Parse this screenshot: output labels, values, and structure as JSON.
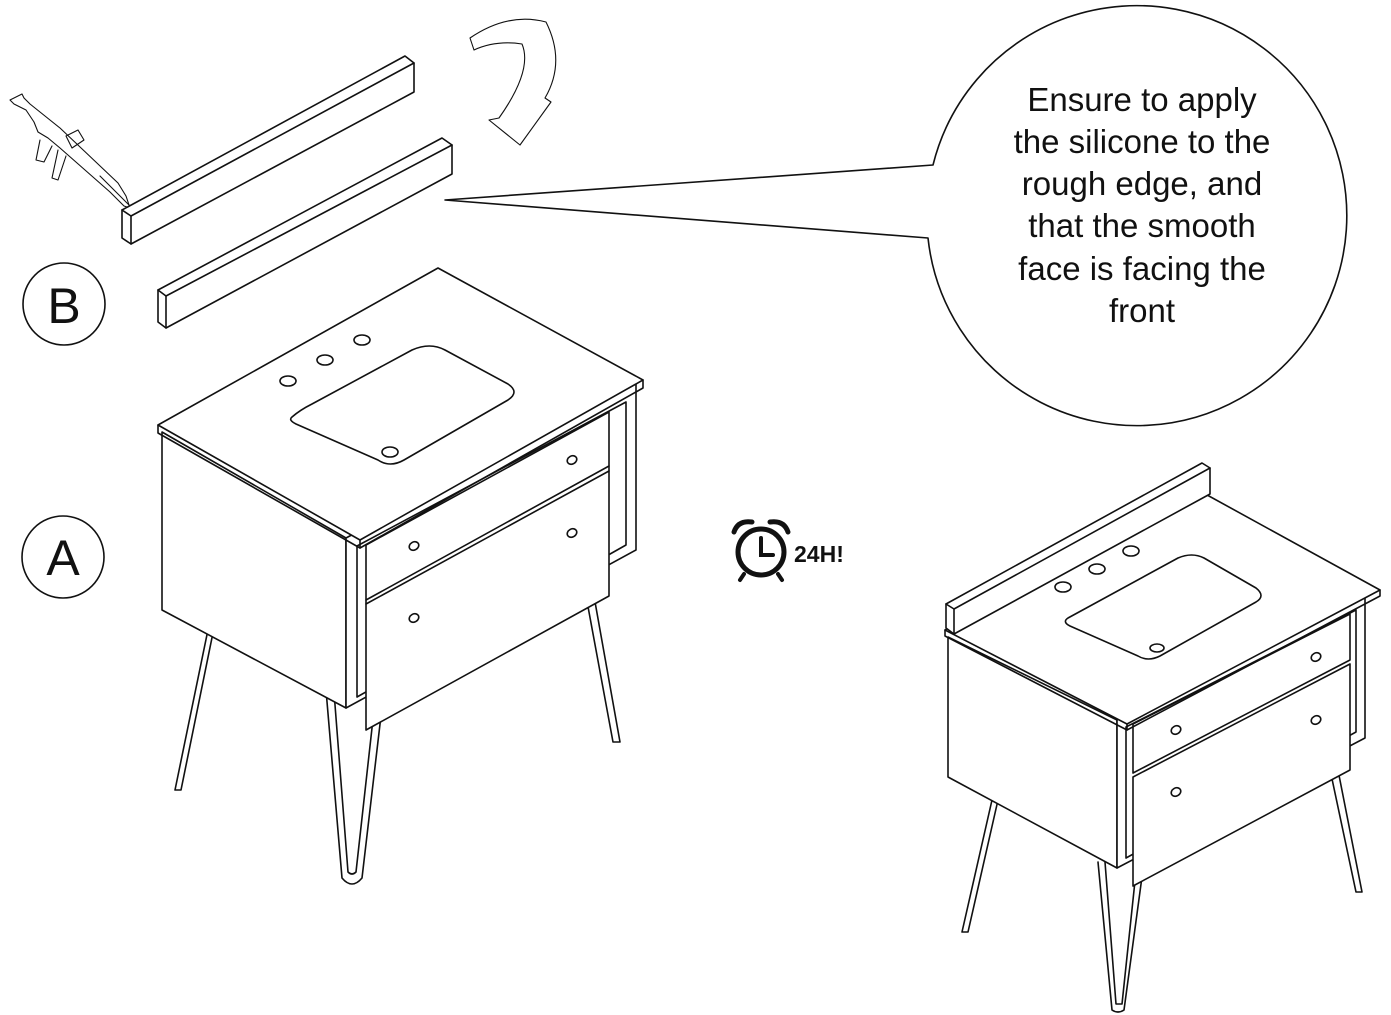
{
  "labels": {
    "part_a": "A",
    "part_b": "B"
  },
  "callout": {
    "lines": [
      "Ensure to apply",
      "the silicone to the",
      "rough edge, and",
      "that the smooth",
      "face is facing the",
      "front"
    ]
  },
  "timer": {
    "icon": "alarm-clock-icon",
    "text": "24H!"
  }
}
